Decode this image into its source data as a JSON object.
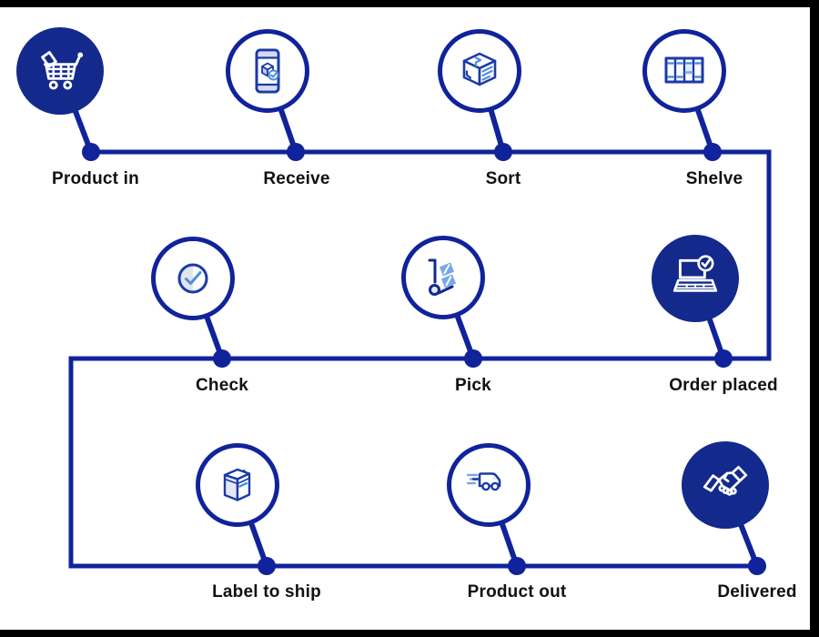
{
  "frame": {
    "background": "#ffffff",
    "border_color": "#000000"
  },
  "palette": {
    "navy": "#13298c",
    "line": "#10239b",
    "icon_navy": "#1b3aa8",
    "accent_blue": "#4e8fd9",
    "light_blue": "#7aa7ea",
    "pale_fill": "#e0e5f0",
    "label": "#111111",
    "white": "#ffffff",
    "frame": "#000000"
  },
  "diagram": {
    "type": "process-flow-snake",
    "flow_order": [
      "Product in",
      "Receive",
      "Sort",
      "Shelve",
      "Order placed",
      "Pick",
      "Check",
      "Label to ship",
      "Product out",
      "Delivered"
    ],
    "rows": [
      {
        "items": [
          {
            "label": "Product in",
            "icon": "shopping-cart-icon",
            "style": "filled"
          },
          {
            "label": "Receive",
            "icon": "smartphone-scan-icon",
            "style": "outline"
          },
          {
            "label": "Sort",
            "icon": "parcel-box-icon",
            "style": "outline"
          },
          {
            "label": "Shelve",
            "icon": "shelf-rack-icon",
            "style": "outline"
          }
        ]
      },
      {
        "items": [
          {
            "label": "Check",
            "icon": "check-circle-icon",
            "style": "outline"
          },
          {
            "label": "Pick",
            "icon": "hand-truck-icon",
            "style": "outline"
          },
          {
            "label": "Order placed",
            "icon": "laptop-check-icon",
            "style": "filled"
          }
        ]
      },
      {
        "items": [
          {
            "label": "Label to ship",
            "icon": "carton-icon",
            "style": "outline"
          },
          {
            "label": "Product out",
            "icon": "delivery-truck-icon",
            "style": "outline"
          },
          {
            "label": "Delivered",
            "icon": "handshake-icon",
            "style": "filled"
          }
        ]
      }
    ]
  }
}
